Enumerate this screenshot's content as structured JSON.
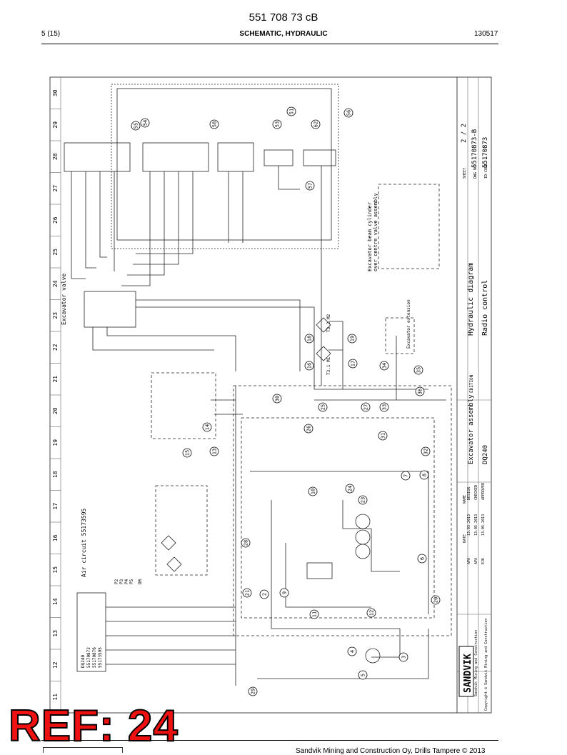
{
  "header": {
    "doc_code": "551 708 73 cB",
    "page": "5 (15)",
    "section": "SCHEMATIC, HYDRAULIC",
    "date": "130517"
  },
  "footer": {
    "company": "Sandvik Mining and Construction Oy, Drills Tampere © 2013",
    "ref_label": "REF: 24"
  },
  "drawing": {
    "title": "Hydraulic diagram",
    "subtitle": "Radio control",
    "assembly": "Excavator assembly",
    "model": "DQ240",
    "dwg_no": "55170873-B",
    "sheet": "2 / 2",
    "sheet_label": "SHEET",
    "dwg_label": "DWG NO",
    "code_label": "ID-CODE",
    "code": "55170873",
    "edition_label": "EDITION",
    "company_logo": "SANDVIK",
    "company_sub": "Sandvik Mining and Construction",
    "copyright": "Copyright © Sandvik Mining and Construction",
    "block_cols": [
      "NAME",
      "DATE"
    ],
    "block_rows": [
      [
        "DESIGN",
        "13.03.2013",
        "APA"
      ],
      [
        "CHECKED",
        "13.05.2013",
        "APA"
      ],
      [
        "APPROVED",
        "13.05.2013",
        "EJK"
      ]
    ]
  },
  "labels": {
    "excavator_valve": "Excavator valve",
    "air_circuit": "Air circuit 55173595",
    "beam_cylinder": "Excavator beam cylinder",
    "beam_cylinder_2": "over centre valve assembly",
    "extension": "Excavator extension",
    "dq_block": [
      "DQ240",
      "55170873",
      "55170876",
      "55173595"
    ],
    "p2": "P2",
    "p3": "P3",
    "p4": "P4",
    "p5": "P5",
    "dr": "DR"
  },
  "grid_numbers": [
    "11",
    "12",
    "13",
    "14",
    "15",
    "16",
    "17",
    "18",
    "19",
    "20",
    "21",
    "22",
    "23",
    "24",
    "25",
    "26",
    "27",
    "28",
    "29",
    "30"
  ],
  "callouts": [
    "2",
    "3",
    "4",
    "5",
    "6",
    "7",
    "8",
    "9",
    "10",
    "11",
    "12",
    "13",
    "14",
    "15",
    "16",
    "17",
    "18",
    "19",
    "20",
    "21",
    "23",
    "24",
    "25",
    "26",
    "27",
    "28",
    "29",
    "30",
    "31",
    "32",
    "33",
    "34",
    "35",
    "36",
    "51",
    "53",
    "54",
    "55",
    "56",
    "57",
    "58",
    "62"
  ],
  "components": {
    "m1": "T3.1 M1",
    "m2": "T3.2 M2"
  }
}
